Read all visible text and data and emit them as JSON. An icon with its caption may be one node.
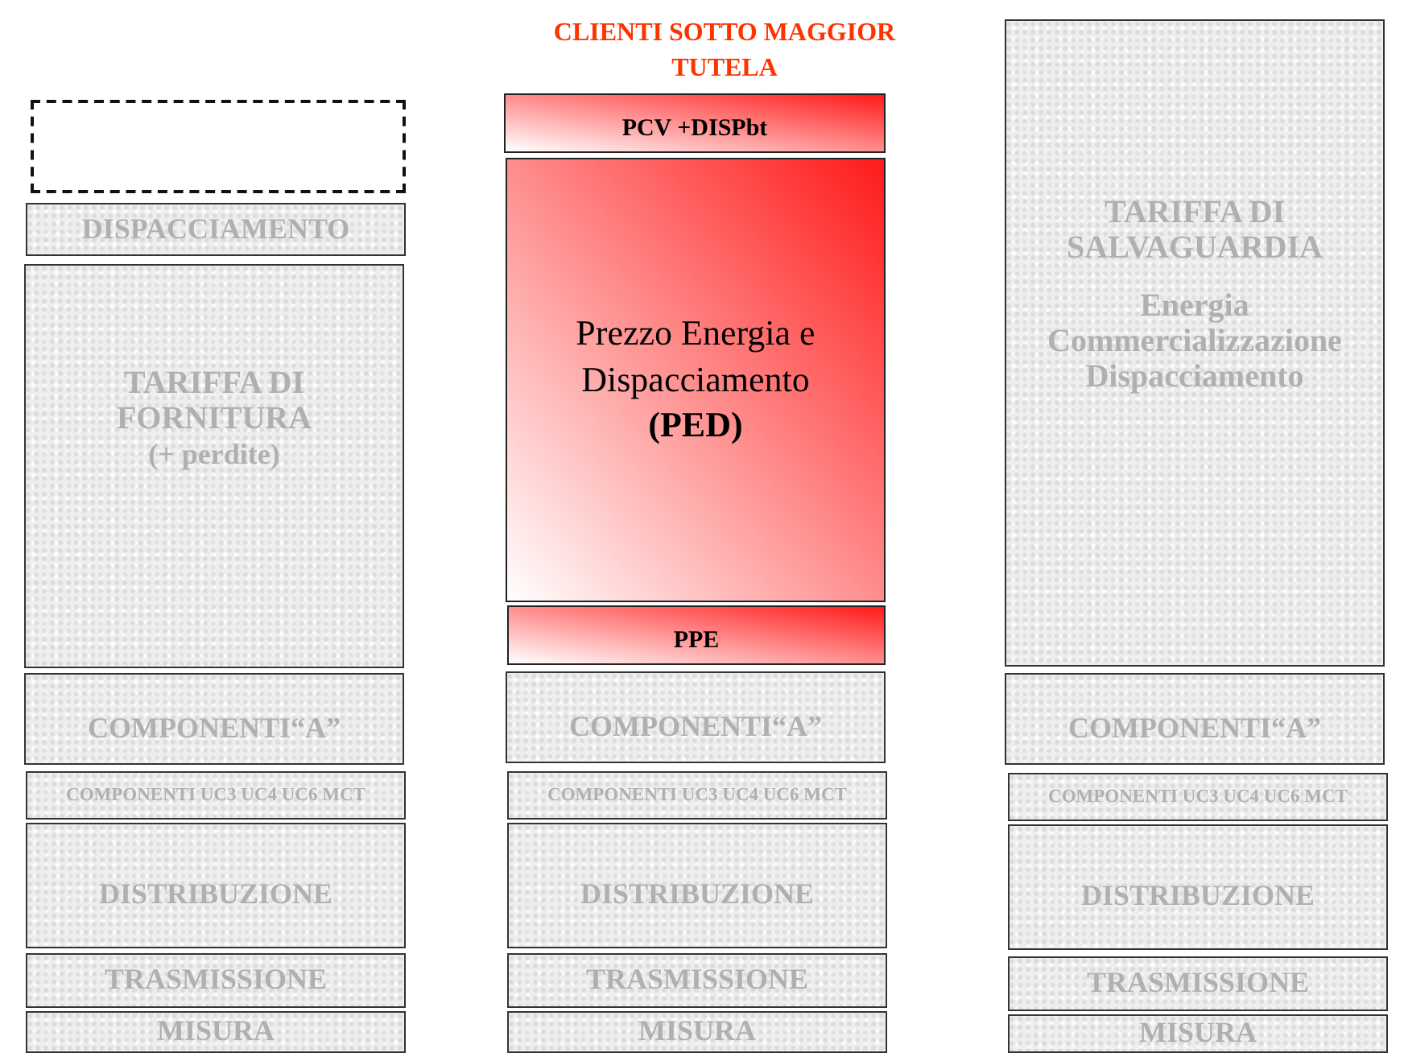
{
  "diagram": {
    "title": "CLIENTI SOTTO MAGGIOR TUTELA",
    "nodes": [
      {
        "text": [],
        "shape": "box"
      },
      {
        "text": [
          "DISPACCIAMENTO"
        ]
      },
      {
        "text": [
          "TARIFFA DI FORNITURA",
          "(+ perdite)"
        ]
      },
      {
        "text": [
          "COMPONENTI“A”"
        ]
      },
      {
        "text": [
          "COMPONENTI UC3 UC4 UC6 MCT"
        ]
      },
      {
        "text": [
          "DISTRIBUZIONE"
        ]
      },
      {
        "text": [
          "TRASMISSIONE"
        ]
      },
      {
        "text": [
          "MISURA"
        ]
      },
      {
        "text": [
          "PCV +DISPbt"
        ]
      },
      {
        "text": [
          "Prezzo Energia e Dispacciamento **(PED)**"
        ]
      },
      {
        "text": [
          "PPE"
        ]
      },
      {
        "text": [
          "COMPONENTI“A”"
        ]
      },
      {
        "text": [
          "COMPONENTI UC3 UC4 UC6 MCT"
        ]
      },
      {
        "text": [
          "DISTRIBUZIONE"
        ]
      },
      {
        "text": [
          "TRASMISSIONE"
        ]
      },
      {
        "text": [
          "MISURA"
        ]
      },
      {
        "text": [
          "TARIFFA DI SALVAGUARDIA",
          "Energia Commercializzazione Dispacciamento"
        ]
      },
      {
        "text": [
          "COMPONENTI“A”"
        ]
      },
      {
        "text": [
          "COMPONENTI UC3 UC4 UC6 MCT"
        ]
      },
      {
        "text": [
          "DISTRIBUZIONE"
        ]
      },
      {
        "text": [
          "TRASMISSIONE"
        ]
      },
      {
        "text": [
          "MISURA"
        ]
      }
    ]
  }
}
